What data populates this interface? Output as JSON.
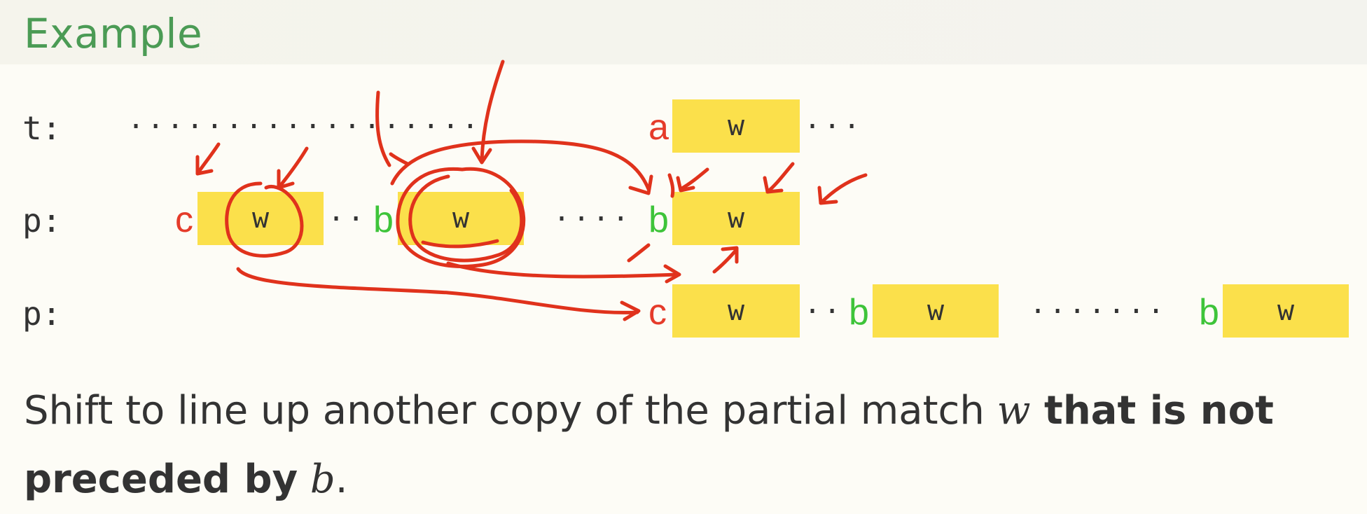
{
  "slide": {
    "title": "Example"
  },
  "rows": {
    "t_label": "t:",
    "p1_label": "p:",
    "p2_label": "p:",
    "t_dots": "..................",
    "t_char_a": "a",
    "t_box": "w",
    "t_tail": "...",
    "p1_char_c": "c",
    "p1_box1": "w",
    "p1_dots1": "..",
    "p1_char_b1": "b",
    "p1_box2": "w",
    "p1_dots2": "....",
    "p1_char_b2": "b",
    "p1_box3": "w",
    "p2_char_c": "c",
    "p2_box1": "w",
    "p2_dots1": "..",
    "p2_char_b1": "b",
    "p2_box2": "w",
    "p2_dots2": ".......",
    "p2_char_b2": "b",
    "p2_box3": "w"
  },
  "caption": {
    "part1": "Shift to line up another copy of the partial match ",
    "var_w": "w",
    "bold1": " that is not",
    "bold2": "preceded by",
    "var_b": "b",
    "period": "."
  },
  "colors": {
    "title": "#4b9b55",
    "highlight": "#fbe04b",
    "red": "#e53b2a",
    "green": "#3ec43a",
    "ink": "#e0321c"
  }
}
